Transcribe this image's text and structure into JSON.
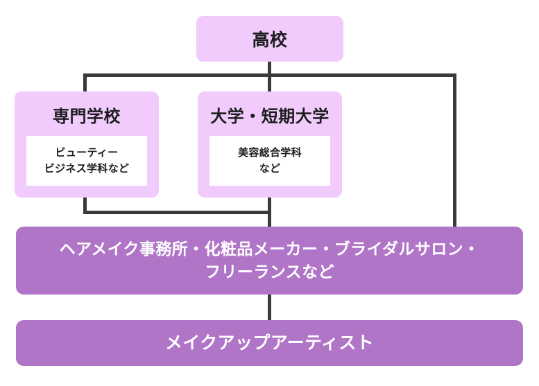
{
  "diagram": {
    "title_flow": "makeup-artist-career-path",
    "colors": {
      "light_purple": "#F0CBFC",
      "dark_purple": "#B175C8",
      "line": "#3A3A3A",
      "inner_box": "#FFFFFF",
      "dark_text": "#1C1C1C",
      "light_text": "#FFFFFF"
    },
    "nodes": {
      "highschool": {
        "label": "高校"
      },
      "vocational": {
        "label": "専門学校",
        "detail_line1": "ビューティー",
        "detail_line2": "ビジネス学科など"
      },
      "university": {
        "label": "大学・短期大学",
        "detail_line1": "美容総合学科",
        "detail_line2": "など"
      },
      "workplace": {
        "line1": "ヘアメイク事務所・化粧品メーカー・ブライダルサロン・",
        "line2": "フリーランスなど"
      },
      "career": {
        "label": "メイクアップアーティスト"
      }
    }
  }
}
